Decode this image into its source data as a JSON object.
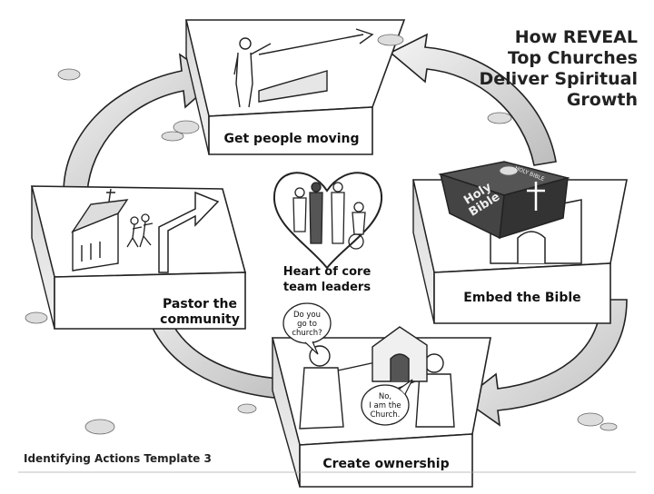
{
  "title": {
    "line1": "How REVEAL",
    "line2": "Top Churches",
    "line3": "Deliver Spiritual",
    "line4": "Growth"
  },
  "nodes": {
    "top": "Get people moving",
    "right": "Embed the Bible",
    "bottom": "Create ownership",
    "left_line1": "Pastor the",
    "left_line2": "community",
    "center_line1": "Heart of core",
    "center_line2": "team leaders"
  },
  "bubbles": {
    "question_line1": "Do you",
    "question_line2": "go to",
    "question_line3": "church?",
    "answer_line1": "No,",
    "answer_line2": "I am the",
    "answer_line3": "Church."
  },
  "bible": {
    "spine": "HOLY BIBLE",
    "cover_line1": "Holy",
    "cover_line2": "Bible"
  },
  "footer": "Identifying Actions Template 3",
  "icons": [
    "heart-icon",
    "church-icon",
    "bible-icon",
    "cross-icon",
    "cycle-arrow-icon"
  ]
}
